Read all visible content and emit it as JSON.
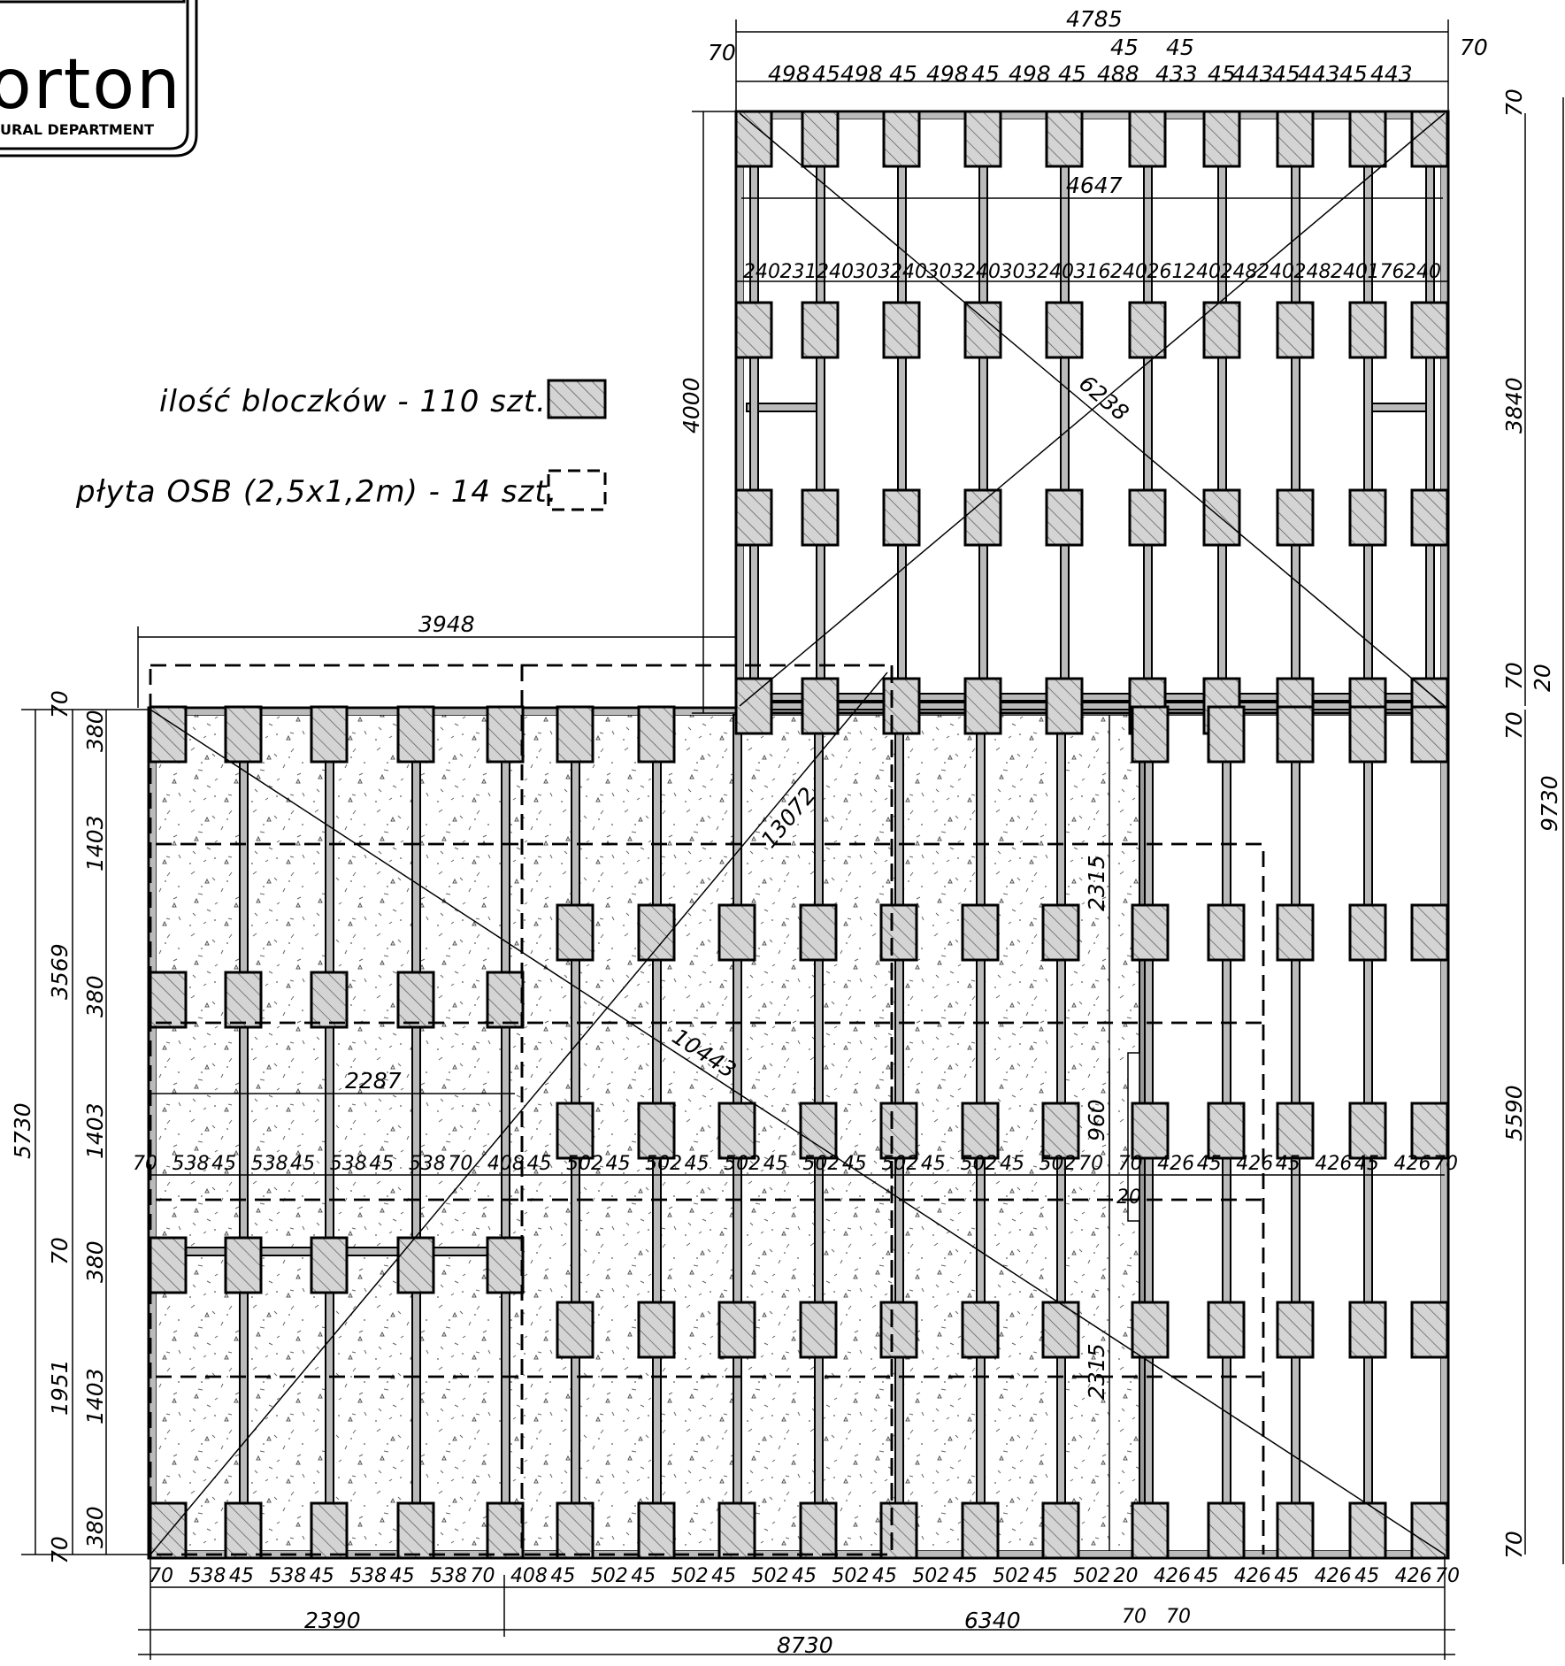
{
  "logo": {
    "name": "orton",
    "subtitle": "URAL DEPARTMENT"
  },
  "legend": {
    "blocks": "ilość bloczków - 110 szt.",
    "osb": "płyta OSB (2,5x1,2m) - 14 szt."
  },
  "top_dims": {
    "overall": "4785",
    "offset_left": "70",
    "offset_right": "70",
    "joint_a": "45",
    "joint_b": "45",
    "bays": [
      "498",
      "45",
      "498",
      "45",
      "498",
      "45",
      "498",
      "45",
      "488",
      "433",
      "45",
      "443",
      "45",
      "443",
      "45",
      "443"
    ],
    "inner_clear": "4647",
    "pier_gaps": [
      "240",
      "231",
      "240",
      "303",
      "240",
      "303",
      "240",
      "303",
      "240",
      "316",
      "240",
      "261",
      "240",
      "248",
      "240",
      "248",
      "240",
      "176",
      "240"
    ]
  },
  "upper_dims": {
    "height_left": "4000",
    "height_right": "3840",
    "diagonal": "6238",
    "right_70_top": "70",
    "right_70_mid": "70",
    "right_20": "20",
    "right_70_low": "70",
    "overall_right": "9730",
    "lower_right": "5590",
    "right_70_bottom": "70"
  },
  "lower_dims": {
    "width_left": "3948",
    "width_mid": "2287",
    "diagonal_main": "13072",
    "diagonal_lower": "10443",
    "span_upper": "2315",
    "span_lower": "2315",
    "span_960": "960",
    "gap_20": "20"
  },
  "left_dims": {
    "overall": "5730",
    "upper": "3569",
    "lower": "1951",
    "seg": [
      "70",
      "380",
      "1403",
      "380",
      "1403",
      "70",
      "380",
      "1403",
      "380",
      "70"
    ]
  },
  "mid_row": [
    "70",
    "538",
    "45",
    "538",
    "45",
    "538",
    "45",
    "538",
    "70",
    "408",
    "45",
    "502",
    "45",
    "502",
    "45",
    "502",
    "45",
    "502",
    "45",
    "502",
    "45",
    "502",
    "45",
    "502",
    "70",
    "70",
    "426",
    "45",
    "426",
    "45",
    "426",
    "45",
    "426",
    "70"
  ],
  "bottom_row": [
    "70",
    "538",
    "45",
    "538",
    "45",
    "538",
    "45",
    "538",
    "70",
    "408",
    "45",
    "502",
    "45",
    "502",
    "45",
    "502",
    "45",
    "502",
    "45",
    "502",
    "45",
    "502",
    "45",
    "502",
    "20",
    "426",
    "45",
    "426",
    "45",
    "426",
    "45",
    "426",
    "70"
  ],
  "bottom_totals": {
    "left": "2390",
    "right": "6340",
    "overall": "8730",
    "note_70a": "70",
    "note_70b": "70"
  }
}
